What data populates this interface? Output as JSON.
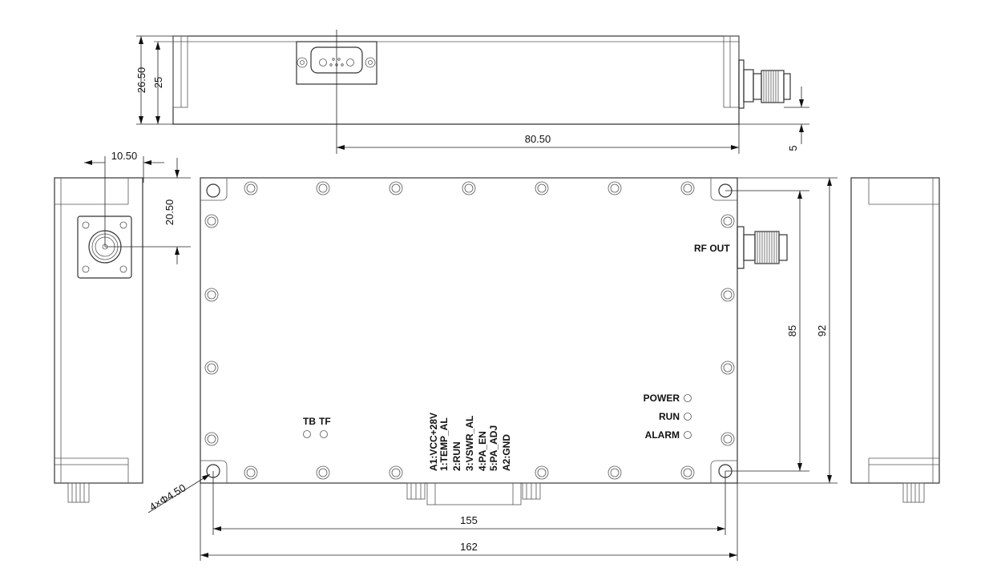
{
  "dimensions": {
    "height_total": "26.50",
    "height_body": "25",
    "connector_offset": "80.50",
    "rf_offset": "5",
    "n_conn_horizontal": "10.50",
    "n_conn_vertical": "20.50",
    "hole_pitch_y": "85",
    "width_total_y": "92",
    "hole_pitch_x": "155",
    "length_total": "162",
    "mount_holes": "4×Φ4.50"
  },
  "labels": {
    "rf_out": "RF OUT",
    "tb": "TB",
    "tf": "TF",
    "power": "POWER",
    "run": "RUN",
    "alarm": "ALARM"
  },
  "pinout": [
    "A1:VCC+28V",
    "1:TEMP_AL",
    "2:RUN",
    "3:VSWR_AL",
    "4:PA_EN",
    "5:PA_ADJ",
    "A2:GND"
  ]
}
